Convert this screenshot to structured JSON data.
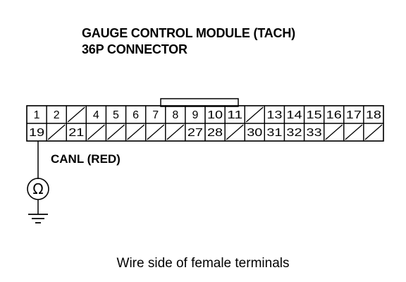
{
  "title": {
    "line1": "GAUGE CONTROL MODULE (TACH)",
    "line2": "36P CONNECTOR"
  },
  "connector": {
    "row1": [
      "1",
      "2",
      "",
      "4",
      "5",
      "6",
      "7",
      "8",
      "9",
      "10",
      "11",
      "",
      "13",
      "14",
      "15",
      "16",
      "17",
      "18"
    ],
    "row2": [
      "19",
      "",
      "21",
      "",
      "",
      "",
      "",
      "",
      "27",
      "28",
      "",
      "30",
      "31",
      "32",
      "33",
      "",
      "",
      ""
    ]
  },
  "wire_label": "CANL (RED)",
  "meter_symbol": "Ω",
  "caption": "Wire side of female terminals"
}
